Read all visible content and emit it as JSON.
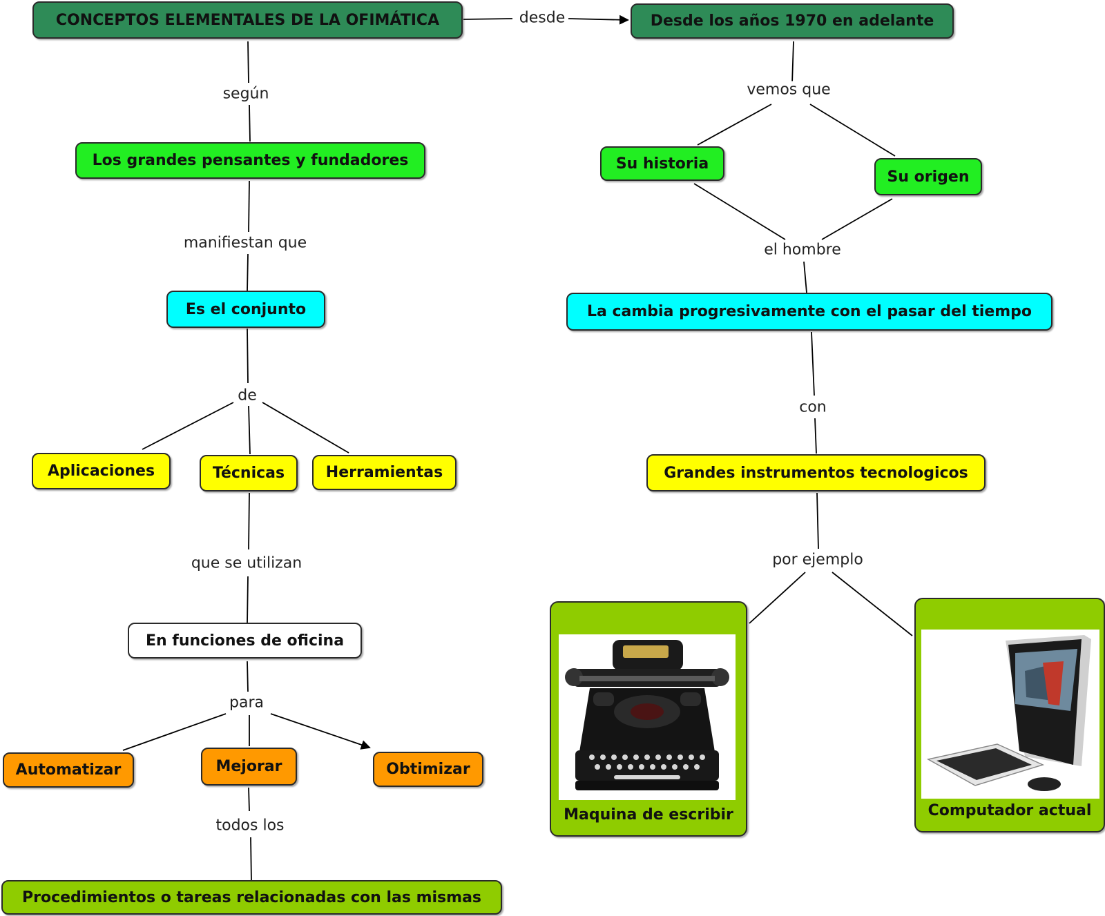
{
  "colors": {
    "title": "#2e8b57",
    "green": "#22ee22",
    "cyan": "#00ffff",
    "yellow": "#ffff00",
    "white": "#ffffff",
    "orange": "#ff9900",
    "olive": "#8fcc00"
  },
  "nodes": {
    "main_title": "CONCEPTOS ELEMENTALES DE LA OFIMÁTICA",
    "desde_1970": "Desde los años 1970 en adelante",
    "grandes_pensantes": "Los grandes pensantes y fundadores",
    "es_conjunto": "Es el conjunto",
    "aplicaciones": "Aplicaciones",
    "tecnicas": "Técnicas",
    "herramientas": "Herramientas",
    "funciones_oficina": "En funciones de oficina",
    "automatizar": "Automatizar",
    "mejorar": "Mejorar",
    "obtimizar": "Obtimizar",
    "procedimientos": "Procedimientos o tareas relacionadas con las mismas",
    "su_historia": "Su historia",
    "su_origen": "Su origen",
    "la_cambia": "La cambia progresivamente con el pasar del tiempo",
    "grandes_instrumentos": "Grandes instrumentos tecnologicos",
    "maquina": "Maquina de escribir",
    "computador": "Computador actual"
  },
  "links": {
    "desde": "desde",
    "segun": "según",
    "manifiestan": "manifiestan que",
    "de": "de",
    "que_se_utilizan": "que se utilizan",
    "para": "para",
    "todos_los": "todos los",
    "vemos_que": "vemos que",
    "el_hombre": "el hombre",
    "con": "con",
    "por_ejemplo": "por ejemplo"
  }
}
